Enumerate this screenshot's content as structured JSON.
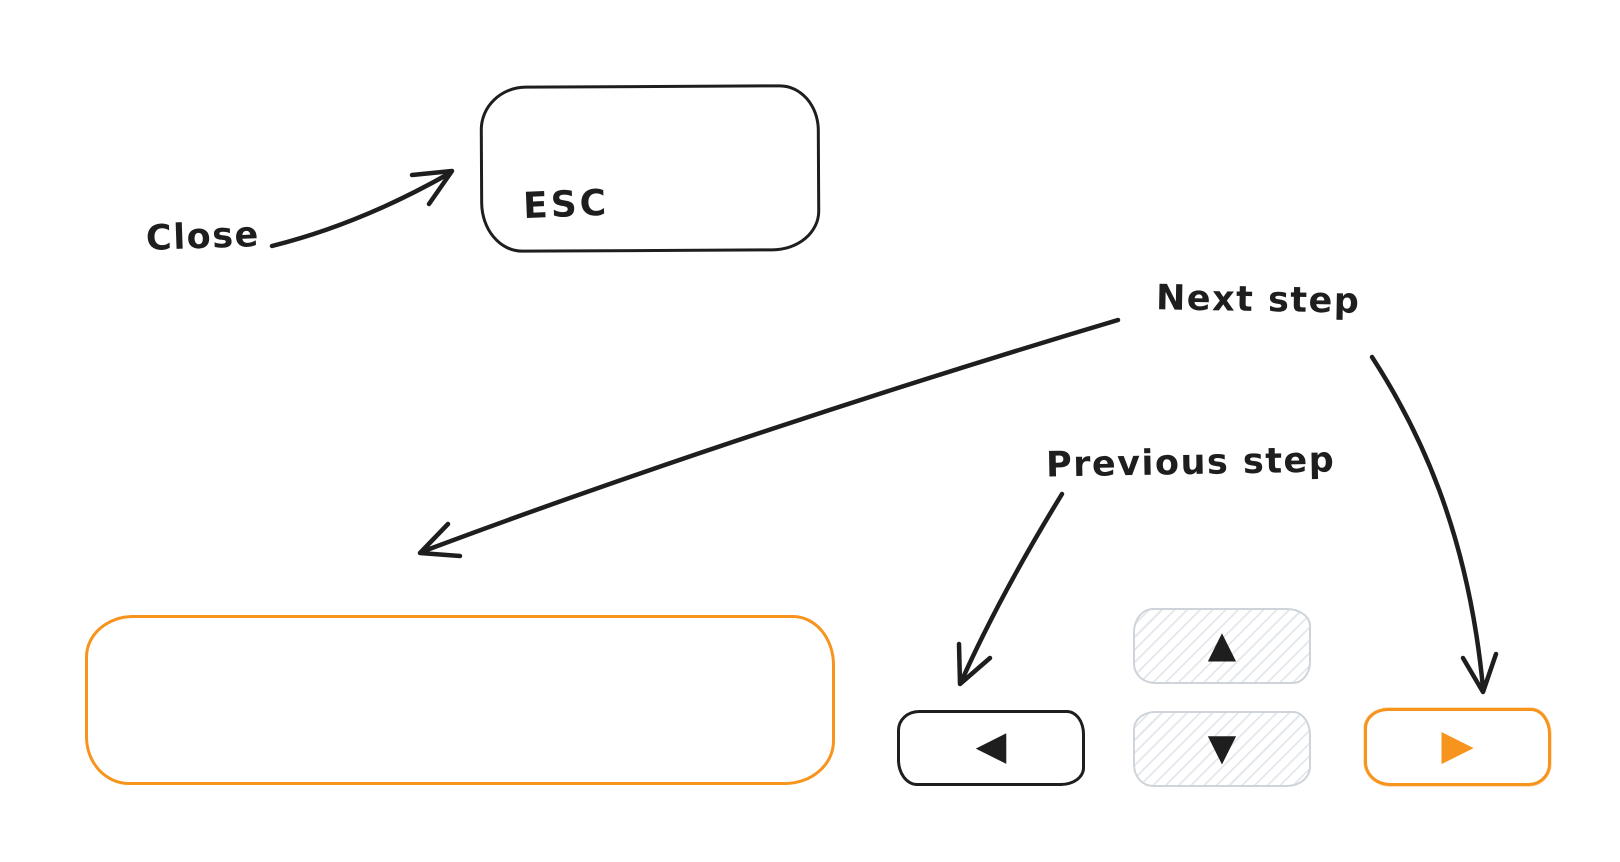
{
  "canvas": {
    "background": "#ffffff"
  },
  "colors": {
    "ink": "#1e1e1e",
    "accent_orange": "#f7941d",
    "key_gray_stroke": "#ced4da",
    "hatch_line": "#e4e8ec"
  },
  "annotations": {
    "close": {
      "label": "Close"
    },
    "next_step": {
      "label": "Next step"
    },
    "previous_step": {
      "label": "Previous step"
    }
  },
  "keys": {
    "esc": {
      "label": "ESC"
    },
    "space": {
      "label": ""
    },
    "up": {
      "glyph": "▲",
      "icon": "up-arrow-icon"
    },
    "down": {
      "glyph": "▼",
      "icon": "down-arrow-icon"
    },
    "left": {
      "glyph": "◀",
      "icon": "left-arrow-icon"
    },
    "right": {
      "glyph": "▶",
      "icon": "right-arrow-icon"
    }
  }
}
